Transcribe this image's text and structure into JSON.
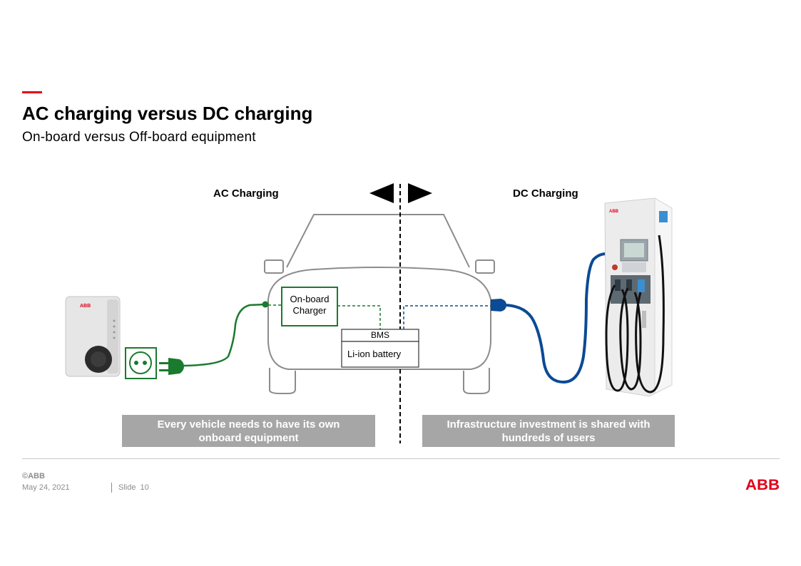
{
  "slide": {
    "title": "AC charging versus DC charging",
    "subtitle": "On-board versus Off-board equipment"
  },
  "diagram": {
    "ac_label": "AC Charging",
    "dc_label": "DC Charging",
    "onboard_charger_line1": "On-board",
    "onboard_charger_line2": "Charger",
    "bms_label": "BMS",
    "battery_label": "Li-ion battery",
    "wallbox_brand": "ABB",
    "charger_brand": "ABB",
    "ac_cable_color": "#1a7a2e",
    "dc_cable_color": "#0b4a94"
  },
  "notes": {
    "left_line1": "Every vehicle needs to have its own",
    "left_line2": "onboard equipment",
    "right_line1": "Infrastructure  investment is shared with",
    "right_line2": "hundreds of users"
  },
  "footer": {
    "copyright": "©ABB",
    "date": "May 24, 2021",
    "slide_label": "Slide",
    "slide_number": "10",
    "logo_text": "ABB"
  },
  "colors": {
    "accent": "#e2001a",
    "note_box": "#a6a6a6"
  }
}
